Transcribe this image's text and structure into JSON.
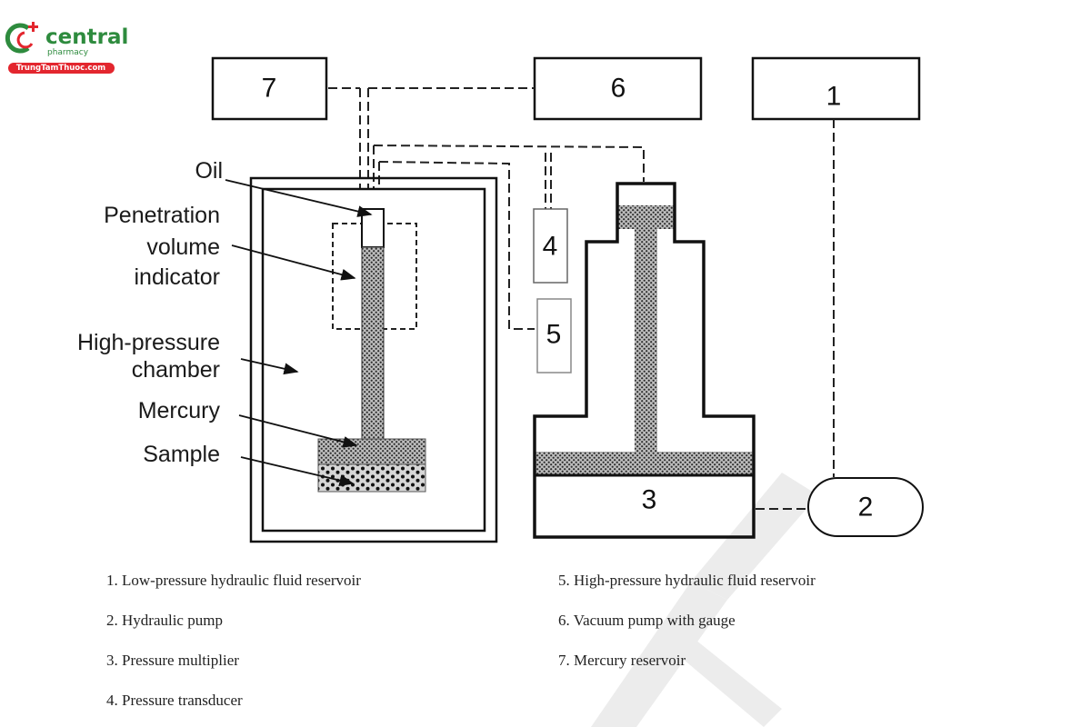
{
  "logo": {
    "brand": "central",
    "sub": "pharmacy",
    "url": "TrungTamThuoc.com",
    "colors": {
      "green": "#2e8b3e",
      "red": "#e3262e"
    }
  },
  "diagram": {
    "boxes": {
      "b1": "1",
      "b2": "2",
      "b3": "3",
      "b4": "4",
      "b5": "5",
      "b6": "6",
      "b7": "7"
    },
    "labels": {
      "oil": "Oil",
      "penetration_1": "Penetration",
      "penetration_2": "volume",
      "penetration_3": "indicator",
      "chamber_1": "High-pressure",
      "chamber_2": "chamber",
      "mercury": "Mercury",
      "sample": "Sample"
    }
  },
  "legend": {
    "left": [
      "1. Low-pressure hydraulic fluid reservoir",
      "2. Hydraulic pump",
      "3. Pressure multiplier",
      "4. Pressure transducer"
    ],
    "right": [
      "5. High-pressure hydraulic fluid reservoir",
      "6. Vacuum pump with gauge",
      "7. Mercury reservoir"
    ]
  }
}
